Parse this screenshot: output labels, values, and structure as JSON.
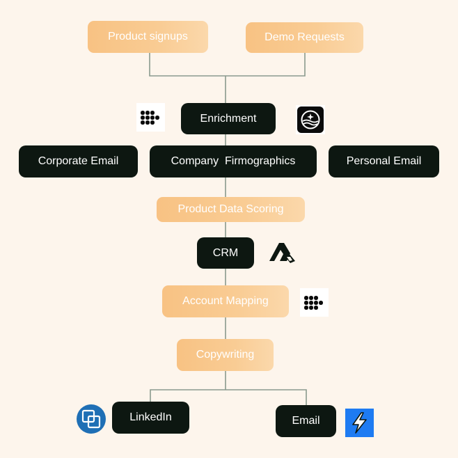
{
  "nodes": {
    "product_signups": "Product signups",
    "demo_requests": "Demo Requests",
    "enrichment": "Enrichment",
    "corporate_email": "Corporate Email",
    "company_firmographics": "Company  Firmographics",
    "personal_email": "Personal Email",
    "product_data_scoring": "Product Data Scoring",
    "crm": "CRM",
    "account_mapping": "Account Mapping",
    "copywriting": "Copywriting",
    "linkedin": "LinkedIn",
    "email": "Email"
  },
  "icons": {
    "enrichment_left": "dots-grid-logo-icon",
    "enrichment_right": "globe-badge-logo-icon",
    "crm": "folk-logo-icon",
    "account_mapping": "dots-grid-logo-icon",
    "linkedin": "linked-squares-logo-icon",
    "email": "lightning-bolt-logo-icon"
  },
  "colors": {
    "background": "#fdf5ec",
    "dark_node": "#0d1711",
    "orange_node": "#f8c283",
    "connector": "#8a9a8e",
    "bolt_blue": "#1e7bf2",
    "circle_blue": "#1f6fb5"
  }
}
